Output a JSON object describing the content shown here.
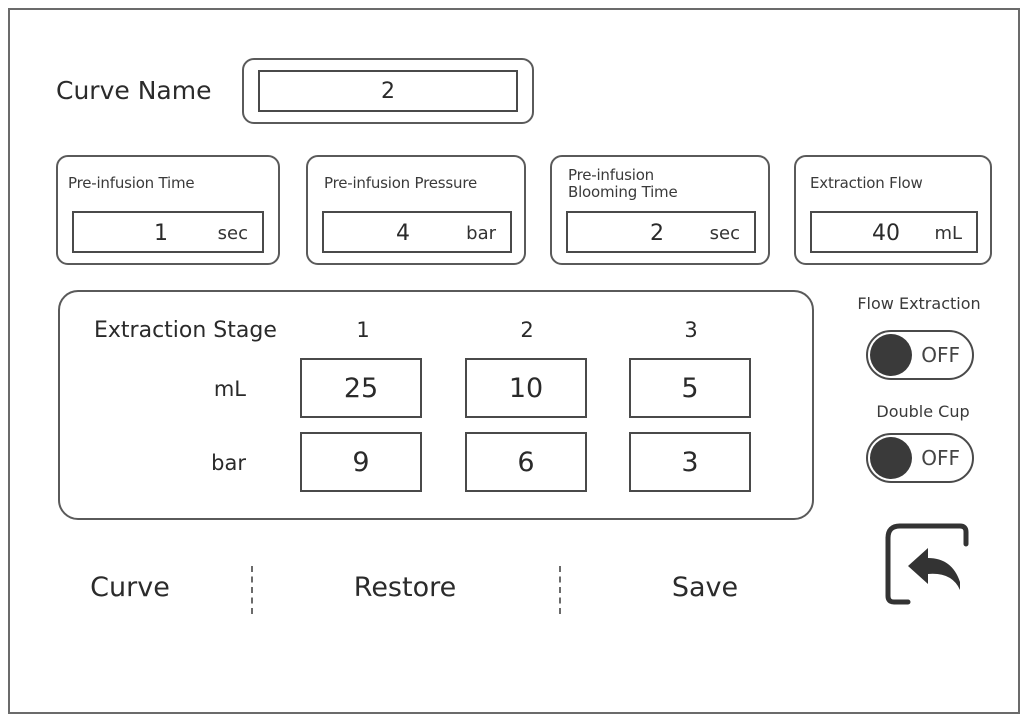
{
  "curve_name": {
    "label": "Curve Name",
    "value": "2"
  },
  "params": [
    {
      "label": "Pre-infusion Time",
      "value": "1",
      "unit": "sec"
    },
    {
      "label": "Pre-infusion Pressure",
      "value": "4",
      "unit": "bar"
    },
    {
      "label_line1": "Pre-infusion",
      "label_line2": "Blooming Time",
      "value": "2",
      "unit": "sec"
    },
    {
      "label": "Extraction Flow",
      "value": "40",
      "unit": "mL"
    }
  ],
  "stages": {
    "title": "Extraction Stage",
    "columns": [
      "1",
      "2",
      "3"
    ],
    "rows": [
      {
        "label": "mL",
        "values": [
          "25",
          "10",
          "5"
        ]
      },
      {
        "label": "bar",
        "values": [
          "9",
          "6",
          "3"
        ]
      }
    ]
  },
  "toggles": {
    "flow_extraction": {
      "label": "Flow Extraction",
      "state": "OFF"
    },
    "double_cup": {
      "label": "Double Cup",
      "state": "OFF"
    }
  },
  "bottom": {
    "curve": "Curve",
    "restore": "Restore",
    "save": "Save"
  },
  "icons": {
    "back": "back-arrow-icon"
  }
}
